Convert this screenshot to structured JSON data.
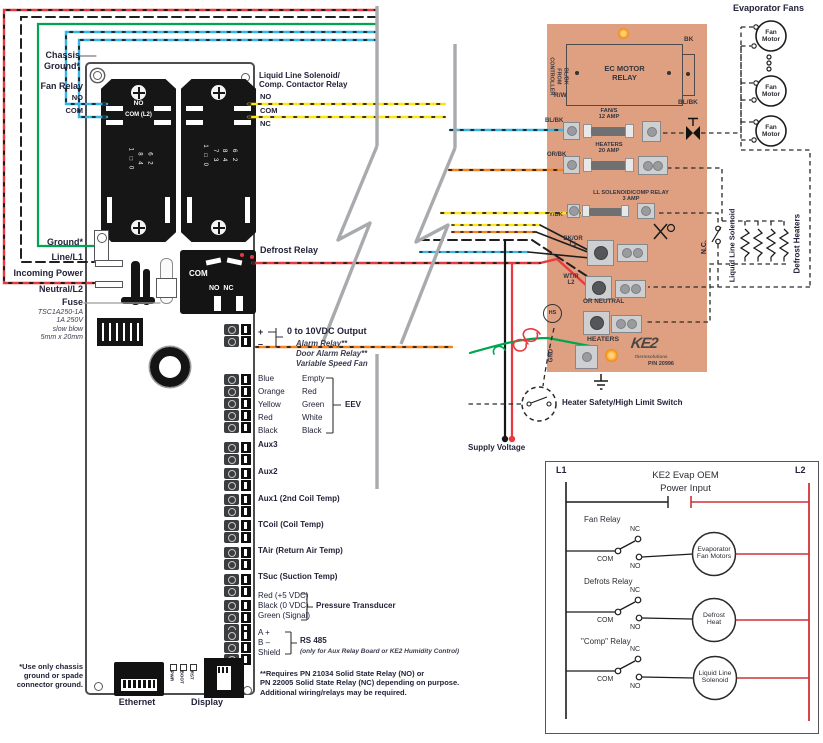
{
  "colors": {
    "panel_tan": "#dfa081",
    "wire_red": "#e8393f",
    "wire_blue": "#35b4e5",
    "wire_green": "#00a551",
    "wire_yellow": "#ffe612",
    "wire_orange": "#f58220",
    "break_grey": "#a8aaad",
    "board_black": "#161616",
    "schematic_red": "#cf3339"
  },
  "left": {
    "chassis_ground": "Chassis\nGround*",
    "fan_relay": "Fan Relay",
    "no": "NO",
    "com": "COM",
    "ground": "Ground*",
    "line_l1": "Line/L1",
    "incoming_power": "Incoming Power",
    "neutral_l2": "Neutral/L2",
    "fuse": "Fuse",
    "fuse_spec": "TSC1A250-1A\n1A 250V\nslow blow\n5mm x 20mm",
    "chassis_note": "*Use only chassis\nground or spade\nconnector ground."
  },
  "board": {
    "relay1_no": "NO",
    "relay1_com": "COM (L2)",
    "relay1_pins": "6  2\n8  4\n1 □ 0",
    "relay2_pins": "6  2\n8  4\n7  3\n1 □ 0",
    "defrost_com": "COM",
    "defrost_no_nc": "NO  NC",
    "leds": [
      "PWR",
      "BOOT",
      "RST"
    ],
    "ethernet": "Ethernet",
    "display": "Display"
  },
  "mid": {
    "ll_relay": "Liquid Line Solenoid/\nComp. Contactor Relay",
    "no": "NO",
    "com": "COM",
    "nc": "NC",
    "defrost_relay": "Defrost Relay",
    "plus": "+",
    "minus": "–",
    "vdc_out": "0 to 10VDC Output",
    "vdc_sub": "Alarm Relay**\nDoor Alarm Relay**\nVariable Speed Fan",
    "eev_rows": [
      {
        "wire": "Blue",
        "pin": "Empty"
      },
      {
        "wire": "Orange",
        "pin": "Red"
      },
      {
        "wire": "Yellow",
        "pin": "Green"
      },
      {
        "wire": "Red",
        "pin": "White"
      },
      {
        "wire": "Black",
        "pin": "Black"
      }
    ],
    "eev": "EEV",
    "aux3": "Aux3",
    "aux2": "Aux2",
    "aux1": "Aux1 (2nd Coil Temp)",
    "tcoil": "TCoil (Coil Temp)",
    "tair": "TAir (Return Air Temp)",
    "tsuc": "TSuc (Suction Temp)",
    "pt_lines": "Red (+5 VDC)\nBlack (0 VDC)\nGreen (Signal)",
    "pressure_transducer": "Pressure Transducer",
    "rs485_lines": "A  +\nB  –\nShield",
    "rs485": "RS 485",
    "rs485_note": "(only for Aux Relay Board or KE2 Humidity Control)",
    "footnote": "**Requires PN 21034 Solid State Relay (NO) or\nPN 22005 Solid State Relay (NC) depending on purpose.\nAdditional wiring/relays may be required."
  },
  "panel": {
    "ctrl_vert": "BL/BK\nFROM\nCONTROLLER",
    "rw": "R/W",
    "ec_relay": "EC MOTOR\nRELAY",
    "bk": "BK",
    "blbk": "BL/BK",
    "fans_fuse": "FAN/S\n12 AMP",
    "orbk": "OR/BK",
    "heaters_fuse": "HEATERS\n20 AMP",
    "ll_fuse": "LL SOLENOID/COMP RELAY\n3 AMP",
    "ybk": "Y/BK",
    "bkor": "BK/OR\nL1",
    "wtr": "WT/R\nL2",
    "or_neutral": "OR NEUTRAL",
    "hs": "HS",
    "heaters": "HEATERS",
    "gnd": "GND",
    "logo": "KE2",
    "logo_sub": "thermsolutions",
    "pn": "P/N 20996"
  },
  "right": {
    "evap_fans": "Evaporator Fans",
    "fan_motor": "Fan\nMotor",
    "nc": "N.C.",
    "ll_solenoid": "Liquid Line Solenoid",
    "defrost_heaters": "Defrost Heaters",
    "heater_safety": "Heater Safety/High Limit Switch",
    "supply_voltage": "Supply Voltage"
  },
  "schematic": {
    "l1": "L1",
    "l2": "L2",
    "title": "KE2 Evap OEM\nPower Input",
    "rungs": [
      {
        "relay": "Fan Relay",
        "nc": "NC",
        "com": "COM",
        "no": "NO",
        "load": "Evaporator\nFan Motors"
      },
      {
        "relay": "Defrots Relay",
        "nc": "NC",
        "com": "COM",
        "no": "NO",
        "load": "Defrost\nHeat"
      },
      {
        "relay": "\"Comp\" Relay",
        "nc": "NC",
        "com": "COM",
        "no": "NO",
        "load": "Liquid Line\nSolenoid"
      }
    ]
  }
}
